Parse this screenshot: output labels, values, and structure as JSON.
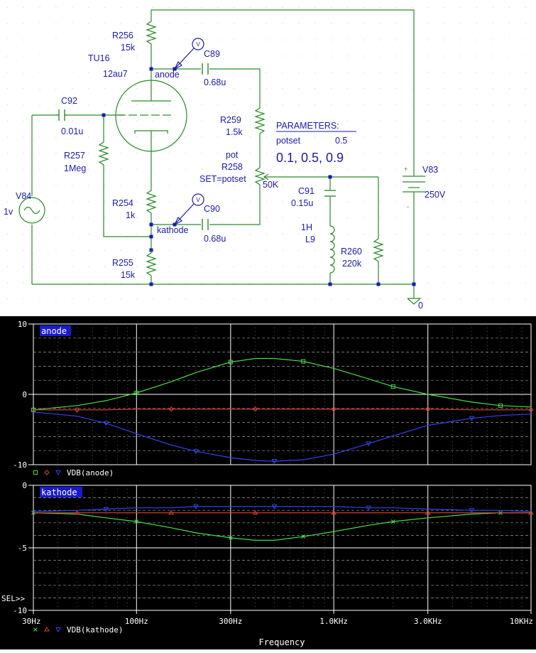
{
  "schematic": {
    "components": {
      "r256": {
        "ref": "R256",
        "value": "15k"
      },
      "r257": {
        "ref": "R257",
        "value": "1Meg"
      },
      "r254": {
        "ref": "R254",
        "value": "1k"
      },
      "r255": {
        "ref": "R255",
        "value": "15k"
      },
      "r259": {
        "ref": "R259",
        "value": "1.5k"
      },
      "r258": {
        "ref": "R258",
        "type": "pot",
        "set": "SET=potset",
        "value": "50K"
      },
      "r260": {
        "ref": "R260",
        "value": "220k"
      },
      "c92": {
        "ref": "C92",
        "value": "0.01u"
      },
      "c89": {
        "ref": "C89",
        "value": "0.68u"
      },
      "c90": {
        "ref": "C90",
        "value": "0.68u"
      },
      "c91": {
        "ref": "C91",
        "value": "0.15u"
      },
      "l9": {
        "ref": "L9",
        "value": "1H"
      },
      "v84": {
        "ref": "V84",
        "value": "1v"
      },
      "v83": {
        "ref": "V83",
        "value": "250V"
      },
      "tube": {
        "ref": "TU16",
        "type": "12au7"
      }
    },
    "nets": {
      "anode": "anode",
      "kathode": "kathode",
      "ground": "0"
    },
    "parameters": {
      "title": "PARAMETERS:",
      "name": "potset",
      "value": "0.5",
      "sweep": "0.1, 0.5, 0.9"
    },
    "probe_marker": "V"
  },
  "probe": {
    "x_axis": {
      "label": "Frequency",
      "ticks": [
        "30Hz",
        "100Hz",
        "300Hz",
        "1.0KHz",
        "3.0KHz",
        "10KHz"
      ]
    },
    "sel_label": "SEL>>",
    "colors": {
      "s1": "#44dd44",
      "s2": "#e04030",
      "s3": "#3344ee"
    }
  },
  "chart_data": [
    {
      "type": "line",
      "title": "anode",
      "xscale": "log",
      "xlim": [
        30,
        10000
      ],
      "ylim": [
        -10,
        10
      ],
      "yticks": [
        "10",
        "0",
        "-10"
      ],
      "legend": "VDB(anode)",
      "x": [
        30,
        50,
        70,
        100,
        150,
        200,
        300,
        400,
        500,
        700,
        1000,
        1500,
        2000,
        3000,
        5000,
        7000,
        10000
      ],
      "series": [
        {
          "values": [
            -2.2,
            -1.6,
            -0.9,
            0.2,
            1.8,
            3.1,
            4.6,
            5.1,
            5.1,
            4.7,
            3.7,
            2.2,
            1.1,
            0.0,
            -1.1,
            -1.6,
            -1.8
          ]
        },
        {
          "values": [
            -2.2,
            -2.2,
            -2.2,
            -2.1,
            -2.1,
            -2.1,
            -2.1,
            -2.1,
            -2.1,
            -2.1,
            -2.1,
            -2.1,
            -2.1,
            -2.1,
            -2.2,
            -2.2,
            -2.2
          ]
        },
        {
          "values": [
            -2.5,
            -3.1,
            -4.1,
            -5.6,
            -7.2,
            -8.1,
            -9.0,
            -9.4,
            -9.5,
            -9.3,
            -8.5,
            -7.0,
            -5.9,
            -4.4,
            -3.4,
            -3.0,
            -2.8
          ]
        }
      ]
    },
    {
      "type": "line",
      "title": "kathode",
      "xscale": "log",
      "xlim": [
        30,
        10000
      ],
      "ylim": [
        -10,
        0
      ],
      "yticks": [
        "0",
        "-5",
        "-10"
      ],
      "legend": "VDB(kathode)",
      "x": [
        30,
        50,
        70,
        100,
        150,
        200,
        300,
        400,
        500,
        700,
        1000,
        1500,
        2000,
        3000,
        5000,
        7000,
        10000
      ],
      "series": [
        {
          "values": [
            -2.2,
            -2.3,
            -2.6,
            -2.9,
            -3.4,
            -3.8,
            -4.2,
            -4.4,
            -4.4,
            -4.1,
            -3.7,
            -3.2,
            -2.9,
            -2.6,
            -2.3,
            -2.2,
            -2.2
          ]
        },
        {
          "values": [
            -2.2,
            -2.2,
            -2.2,
            -2.2,
            -2.2,
            -2.2,
            -2.2,
            -2.2,
            -2.2,
            -2.2,
            -2.2,
            -2.2,
            -2.2,
            -2.2,
            -2.2,
            -2.2,
            -2.2
          ]
        },
        {
          "values": [
            -2.1,
            -2.0,
            -1.9,
            -1.8,
            -1.8,
            -1.7,
            -1.7,
            -1.7,
            -1.7,
            -1.7,
            -1.7,
            -1.8,
            -1.8,
            -1.9,
            -2.0,
            -2.0,
            -2.1
          ]
        }
      ]
    }
  ]
}
